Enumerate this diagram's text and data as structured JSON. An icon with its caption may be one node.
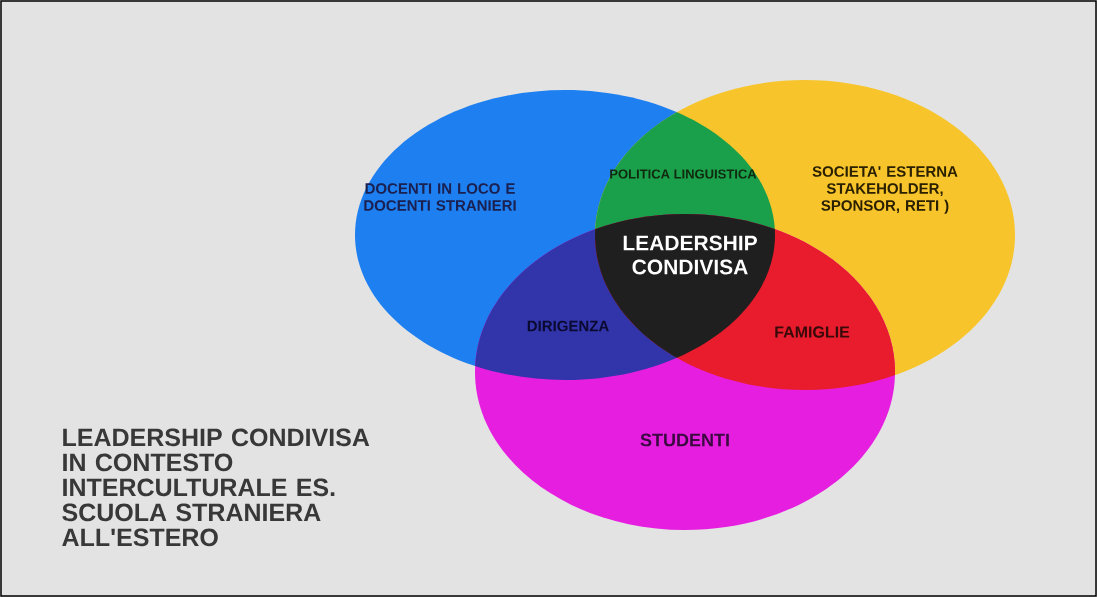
{
  "diagram": {
    "title": "LEADERSHIP CONDIVISA IN CONTESTO INTERCULTURALE ES. SCUOLA STRANIERA ALL'ESTERO",
    "nodes": [
      {
        "text": [
          "DOCENTI IN LOCO E DOCENTI STRANIERI"
        ]
      },
      {
        "text": [
          "SOCIETA' ESTERNA STAKEHOLDER, SPONSOR, RETI )"
        ]
      },
      {
        "text": [
          "STUDENTI"
        ]
      },
      {
        "text": [
          "LEADERSHIP CONDIVISA"
        ]
      }
    ],
    "labels": [
      "POLITICA LINGUISTICA",
      "DIRIGENZA",
      "FAMIGLIE"
    ]
  }
}
